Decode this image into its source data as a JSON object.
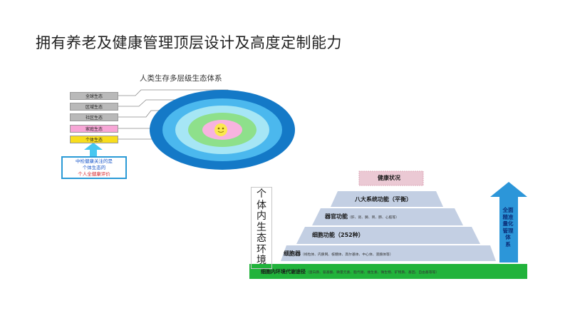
{
  "slide": {
    "title": "拥有养老及健康管理顶层设计及高度定制能力"
  },
  "eco_diagram": {
    "title": "人类生存多层级生态体系",
    "levels": [
      {
        "label": "全球生态",
        "color": "#b9b9b9"
      },
      {
        "label": "区域生态",
        "color": "#b9b9b9"
      },
      {
        "label": "社区生态",
        "color": "#b9b9b9"
      },
      {
        "label": "家庭生态",
        "color": "#f7a6d6"
      },
      {
        "label": "个体生态",
        "color": "#f8dd1e"
      }
    ],
    "ring_colors": [
      "#1479c7",
      "#4bb8ee",
      "#a6e6f5",
      "#8ee08b",
      "#f7b3df"
    ],
    "center_color": "#fbe94d",
    "evaluation": {
      "line1": "中检健康关注的是",
      "line2": "个体生态的",
      "line3": "个人全健康评价"
    }
  },
  "pyramid": {
    "vertical_label": "个体内生态环境",
    "top_box": "健康状况",
    "tiers": [
      {
        "label": "八大系统功能（平衡）",
        "sub": ""
      },
      {
        "label": "器官功能",
        "sub": "（肝、肾、脾、胃、肺、心脏等）"
      },
      {
        "label": "细胞功能（252种）",
        "sub": ""
      },
      {
        "label": "细胞器",
        "sub": "（线粒体、内质网、核糖体、高尔基体、中心体、溶酶体等）"
      }
    ],
    "base": {
      "label": "细胞内环境代谢途径",
      "sub": "（蛋白质、氨基酸、微量元素、脂代谢、维生素、微生物、矿物质、基因、自由基等等）"
    },
    "side_label_lines": [
      "全面",
      "精准",
      "量化",
      "管理",
      "体",
      "系"
    ],
    "colors": {
      "tier": "#c3cfe3",
      "top_box": "#ebc9d4",
      "base": "#21b33b",
      "arrow": "#2c96d9"
    }
  }
}
